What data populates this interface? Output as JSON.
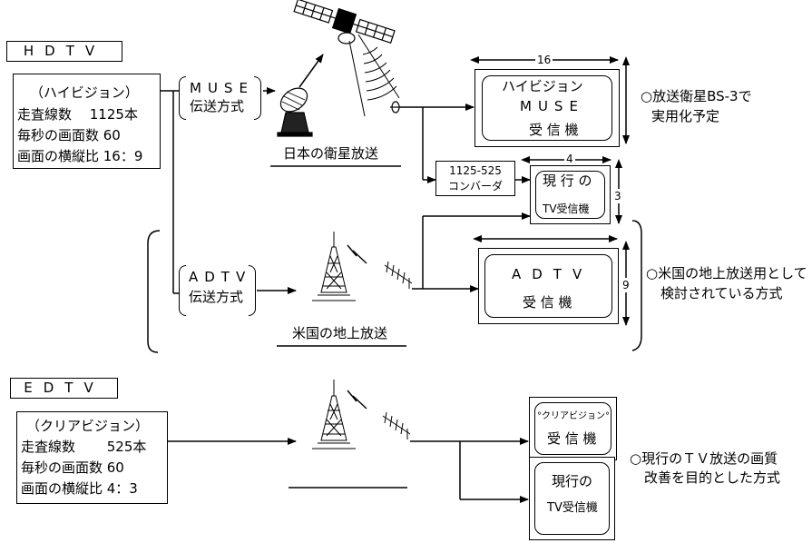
{
  "hdtv": {
    "tag": "HDTV",
    "spec": {
      "name": "（ハイビジョン）",
      "row1": "走査線数　 1125本",
      "row2": "毎秒の画面数 60",
      "row3": "画面の横縦比 16：9"
    },
    "muse": {
      "line1": "MUSE",
      "line2": "伝送方式"
    },
    "satellite_caption": "日本の衛星放送",
    "hivision_receiver": {
      "line1": "ハイビジョン",
      "line2": "MUSE",
      "line3": "受 信 機"
    },
    "hivision_width": "16",
    "converter": {
      "line1": "1125-525",
      "line2": "コンバーダ"
    },
    "current_tv": {
      "line1": "現 行 の",
      "line2": "TV受信機"
    },
    "current_tv_width": "4",
    "current_tv_height": "3",
    "note": {
      "line1": "○放送衛星BS-3で",
      "line2": "実用化予定"
    }
  },
  "adtv": {
    "method": {
      "line1": "ADTV",
      "line2": "伝送方式"
    },
    "terrestrial_caption": "米国の地上放送",
    "receiver": {
      "line1": "ADTV",
      "line2": "受 信 機"
    },
    "receiver_height": "9",
    "note": {
      "line1": "○米国の地上放送用として",
      "line2": "検討されている方式"
    }
  },
  "edtv": {
    "tag": "EDTV",
    "spec": {
      "name": "（クリアビジョン）",
      "row1": "走査線数　　 525本",
      "row2": "毎秒の画面数 60",
      "row3": "画面の横縦比 4：3"
    },
    "clearvision_receiver": {
      "badge": "°クリアビジョン°",
      "line2": "受 信 機"
    },
    "current_tv": {
      "line1": "現行の",
      "line2": "TV受信機"
    },
    "note": {
      "line1": "○現行のＴＶ放送の画質",
      "line2": "改善を目的とした方式"
    }
  }
}
